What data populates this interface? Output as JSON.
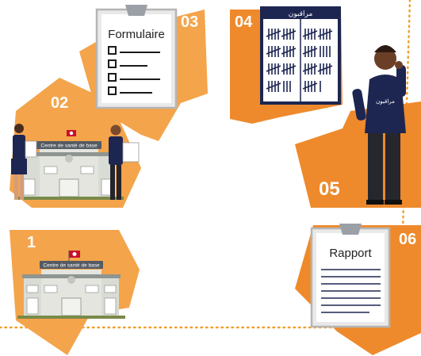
{
  "colors": {
    "orange": "#ee8a2c",
    "orange_light": "#f4a44b",
    "orange_dark": "#e0731c",
    "navy": "#1d2651",
    "building": "#d9dcd4",
    "dots": "#f0a02e"
  },
  "steps": [
    {
      "number": "1"
    },
    {
      "number": "02"
    },
    {
      "number": "03"
    },
    {
      "number": "04"
    },
    {
      "number": "05"
    },
    {
      "number": "06"
    }
  ],
  "form_card": {
    "title": "Formulaire"
  },
  "report_card": {
    "title": "Rapport"
  },
  "signs": {
    "step1": "Centre de santé de base",
    "step2": "Centre de santé de base"
  },
  "tally_board": {
    "logo": "مراقبون"
  },
  "shirt_logo": "مراقبون",
  "icons": [
    "tunisia-flag-icon",
    "checkbox-icon",
    "binder-clip-icon"
  ]
}
